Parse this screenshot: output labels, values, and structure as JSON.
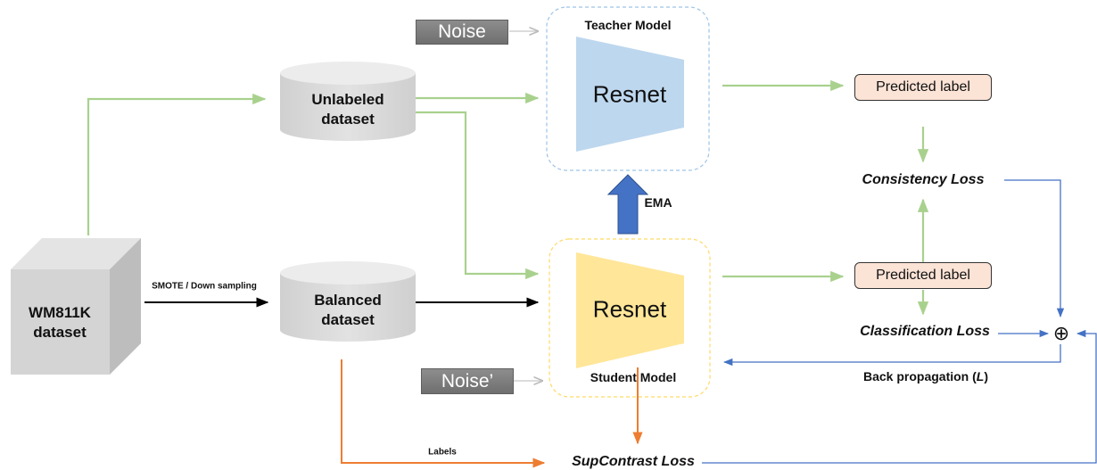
{
  "nodes": {
    "wm811k": "WM811K\ndataset",
    "unlabeled": "Unlabeled\ndataset",
    "balanced": "Balanced\ndataset",
    "noise_top": "Noise",
    "noise_bottom": "Noise’",
    "teacher_title": "Teacher Model",
    "student_title": "Student Model",
    "resnet_teacher": "Resnet",
    "resnet_student": "Resnet",
    "pred_top": "Predicted label",
    "pred_bottom": "Predicted label",
    "consistency_loss": "Consistency Loss",
    "classification_loss": "Classification Loss",
    "supcontrast_loss": "SupContrast Loss",
    "sum_symbol": "⊕"
  },
  "edge_labels": {
    "smote": "SMOTE / Down sampling",
    "ema": "EMA",
    "labels": "Labels",
    "backprop_prefix": "Back propagation (",
    "backprop_var": "L",
    "backprop_suffix": ")"
  },
  "colors": {
    "green_arrow": "#a9d18e",
    "blue_arrow": "#4472c4",
    "orange_arrow": "#ed7d31",
    "gray_arrow": "#c8c8c8",
    "teacher_border": "#9dc3e6",
    "student_border": "#ffd966",
    "teacher_fill": "#bdd7ee",
    "student_fill": "#ffe699",
    "pred_fill": "#fbe3d6"
  }
}
